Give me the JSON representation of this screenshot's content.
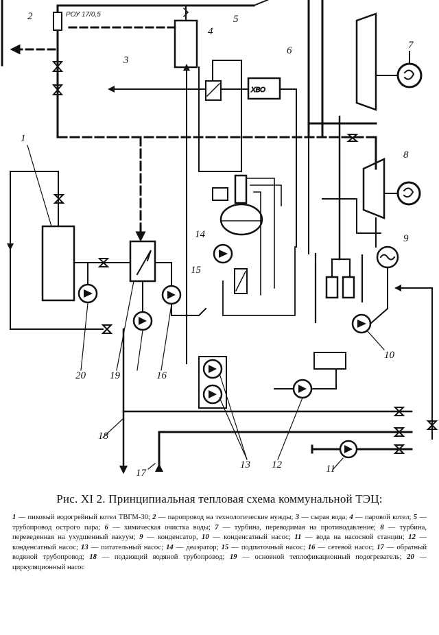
{
  "scheme": {
    "labels": {
      "l1": "1",
      "l2": "2",
      "l3": "3",
      "l4": "4",
      "l5": "5",
      "l6": "6",
      "l7": "7",
      "l8": "8",
      "l9": "9",
      "l10": "10",
      "l11": "11",
      "l12": "12",
      "l13": "13",
      "l14": "14",
      "l15": "15",
      "l16": "16",
      "l17": "17",
      "l18": "18",
      "l19": "19",
      "l20": "20"
    },
    "rou_tag": "РОУ 17/0,5",
    "hvo_tag": "ХВО"
  },
  "caption": {
    "title": "Рис. XI 2. Принципиальная тепловая схема коммунальной ТЭЦ:",
    "legend": [
      {
        "num": "1",
        "text": "пиковый водогрейный котел ТВГМ-30;"
      },
      {
        "num": "2",
        "text": "паропровод на технологические нужды;"
      },
      {
        "num": "3",
        "text": "сырая вода;"
      },
      {
        "num": "4",
        "text": "паровой котел;"
      },
      {
        "num": "5",
        "text": "трубопровод острого пара;"
      },
      {
        "num": "6",
        "text": "химическая очистка воды;"
      },
      {
        "num": "7",
        "text": "турбина, переводимая на противодавление;"
      },
      {
        "num": "8",
        "text": "турбина, переведенная на ухудшенный вакуум;"
      },
      {
        "num": "9",
        "text": "конденсатор,"
      },
      {
        "num": "10",
        "text": "конденсатный насос;"
      },
      {
        "num": "11",
        "text": "вода на насосной станции;"
      },
      {
        "num": "12",
        "text": "конденсатный насос;"
      },
      {
        "num": "13",
        "text": "питательный насос;"
      },
      {
        "num": "14",
        "text": "деаэратор;"
      },
      {
        "num": "15",
        "text": "подпиточный насос;"
      },
      {
        "num": "16",
        "text": "сетевой насос;"
      },
      {
        "num": "17",
        "text": "обратный водяной трубопровод;"
      },
      {
        "num": "18",
        "text": "подающий водяной трубопровод;"
      },
      {
        "num": "19",
        "text": "основной теплофикационный подогреватель;"
      },
      {
        "num": "20",
        "text": "циркуляционный насос"
      }
    ]
  }
}
